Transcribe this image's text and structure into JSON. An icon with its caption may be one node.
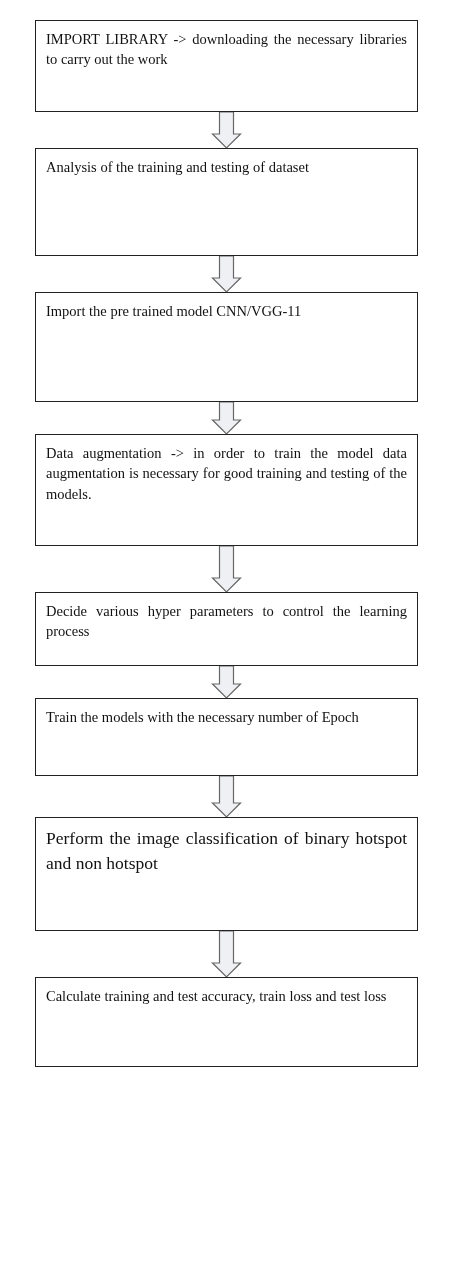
{
  "diagram": {
    "nodes": [
      {
        "text": [
          "IMPORT LIBRARY -> downloading the necessary libraries to carry out the work"
        ]
      },
      {
        "text": [
          "Analysis of the training and testing of dataset"
        ]
      },
      {
        "text": [
          "Import the pre trained model CNN/VGG-11"
        ]
      },
      {
        "text": [
          "Data augmentation -> in order to train the model data augmentation is necessary for good training and testing of the models."
        ]
      },
      {
        "text": [
          "Decide various hyper parameters to control the learning process"
        ]
      },
      {
        "text": [
          "Train the models with the necessary number of Epoch"
        ]
      },
      {
        "text": [
          "Perform the image classification of binary hotspot and non hotspot"
        ]
      },
      {
        "text": [
          "Calculate training and test accuracy, train loss and test loss"
        ]
      }
    ],
    "edges": [
      {
        "from": 0,
        "to": 1,
        "arrow": "to"
      },
      {
        "from": 1,
        "to": 2,
        "arrow": "to"
      },
      {
        "from": 2,
        "to": 3,
        "arrow": "to"
      },
      {
        "from": 3,
        "to": 4,
        "arrow": "to"
      },
      {
        "from": 4,
        "to": 5,
        "arrow": "to"
      },
      {
        "from": 5,
        "to": 6,
        "arrow": "to"
      },
      {
        "from": 6,
        "to": 7,
        "arrow": "to"
      }
    ]
  }
}
